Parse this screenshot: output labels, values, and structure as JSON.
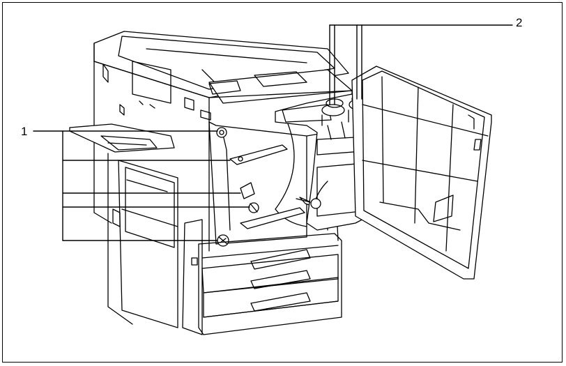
{
  "figure": {
    "callouts": [
      {
        "id": "1",
        "label": "1"
      },
      {
        "id": "2",
        "label": "2"
      }
    ]
  },
  "colors": {
    "line": "#000000",
    "background": "#ffffff"
  }
}
